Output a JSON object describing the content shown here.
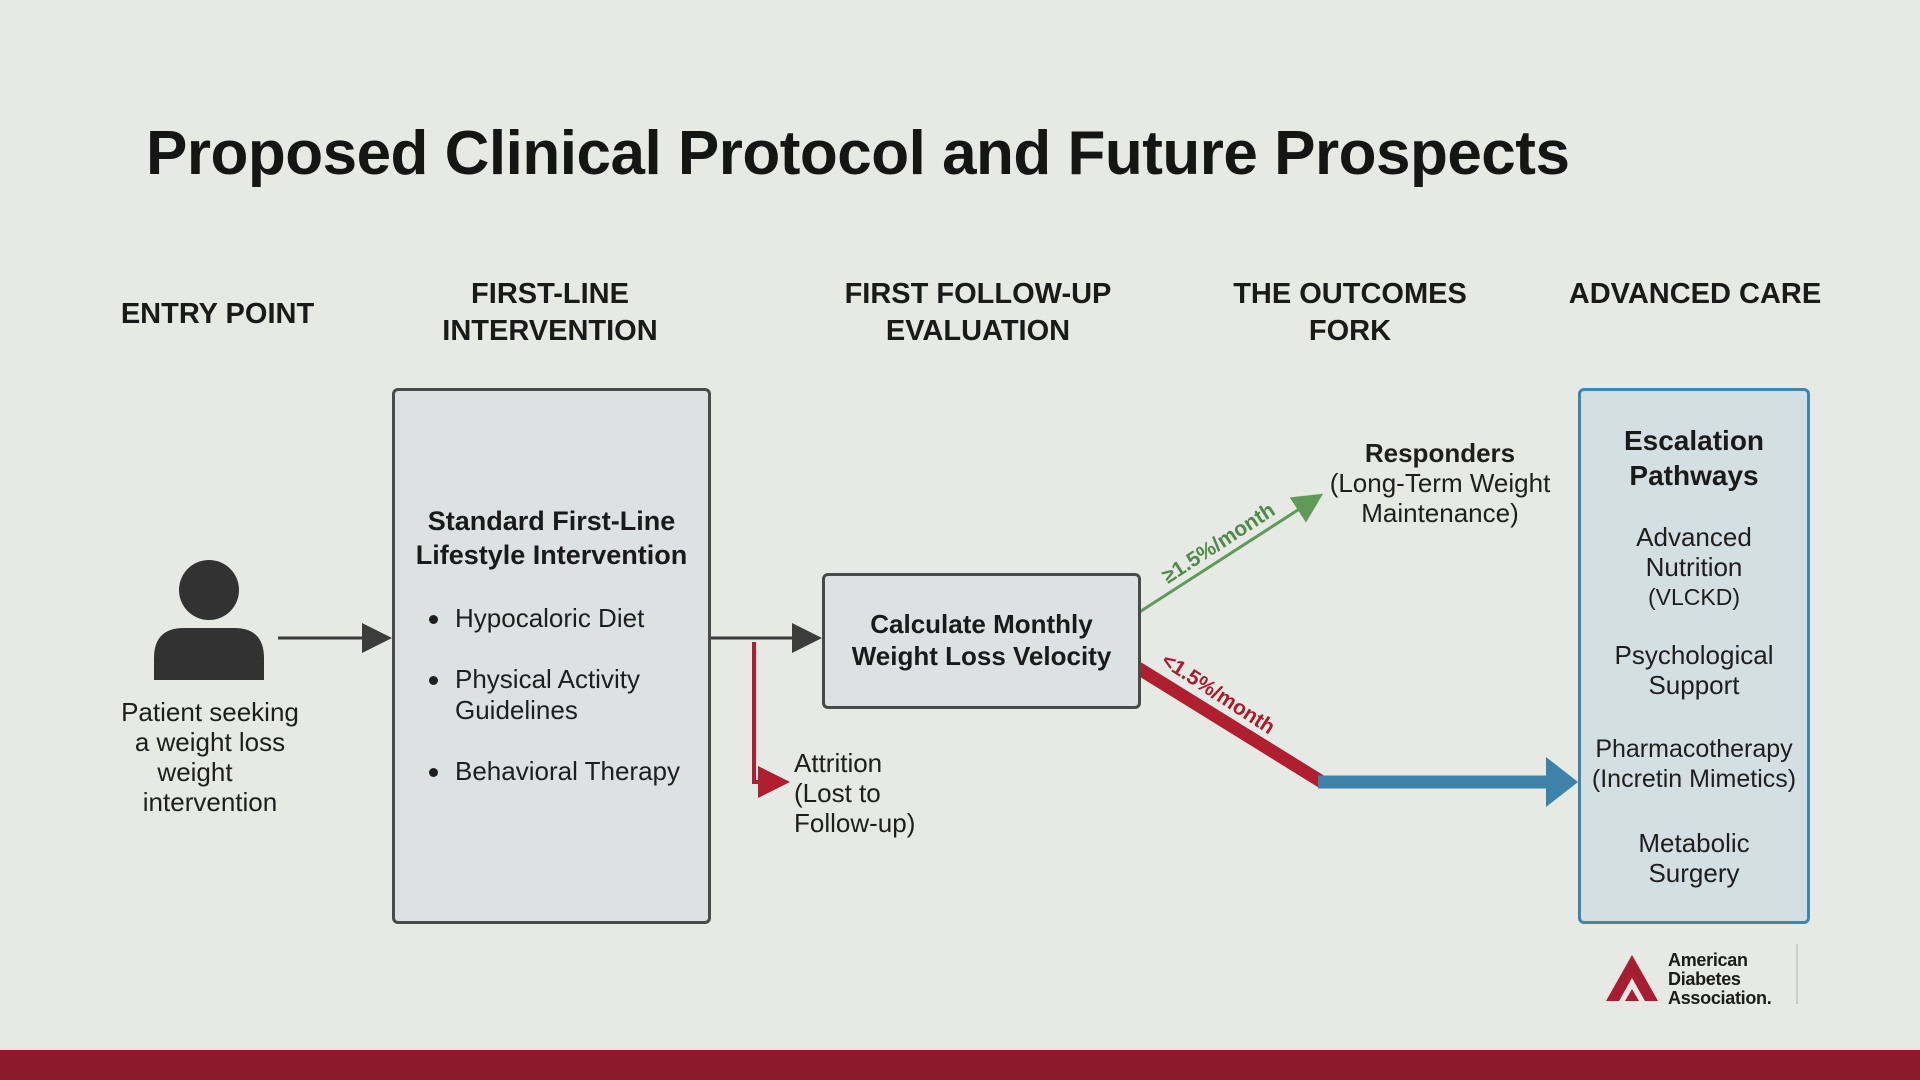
{
  "title": "Proposed Clinical Protocol and Future Prospects",
  "columns": {
    "entry": "ENTRY POINT",
    "first_line": [
      "FIRST-LINE",
      "INTERVENTION"
    ],
    "follow_up": [
      "FIRST FOLLOW-UP",
      "EVALUATION"
    ],
    "fork": [
      "THE OUTCOMES",
      "FORK"
    ],
    "advanced": "ADVANCED CARE"
  },
  "entry": {
    "icon": "person-icon",
    "caption": [
      "Patient seeking",
      "a weight loss",
      "weight",
      "intervention"
    ]
  },
  "first_line_box": {
    "title": [
      "Standard First-Line",
      "Lifestyle Intervention"
    ],
    "bullets": [
      [
        "Hypocaloric Diet"
      ],
      [
        "Physical Activity",
        "Guidelines"
      ],
      [
        "Behavioral Therapy"
      ]
    ]
  },
  "attrition": [
    "Attrition",
    "(Lost to",
    "Follow-up)"
  ],
  "calc_box": [
    "Calculate Monthly",
    "Weight Loss Velocity"
  ],
  "fork": {
    "upper_label": "≥1.5%/month",
    "lower_label": "<1.5%/month",
    "responders_title": "Responders",
    "responders_detail": [
      "(Long-Term Weight",
      "Maintenance)"
    ]
  },
  "advanced_box": {
    "title": [
      "Escalation",
      "Pathways"
    ],
    "items": [
      [
        "Advanced",
        "Nutrition",
        "(VLCKD)"
      ],
      [
        "Psychological",
        "Support"
      ],
      [
        "Pharmacotherapy",
        "(Incretin Mimetics)"
      ],
      [
        "Metabolic",
        "Surgery"
      ]
    ]
  },
  "logo": {
    "text": [
      "American",
      "Diabetes",
      "Association."
    ],
    "icon": "ada-triangle-logo"
  },
  "colors": {
    "background": "#e6e9e4",
    "responder_green": "#5f9a58",
    "nonresponder_red": "#b01f2f",
    "escalation_blue": "#3d82a8",
    "attrition_red": "#b01f2f",
    "footer": "#8c1a2c"
  }
}
